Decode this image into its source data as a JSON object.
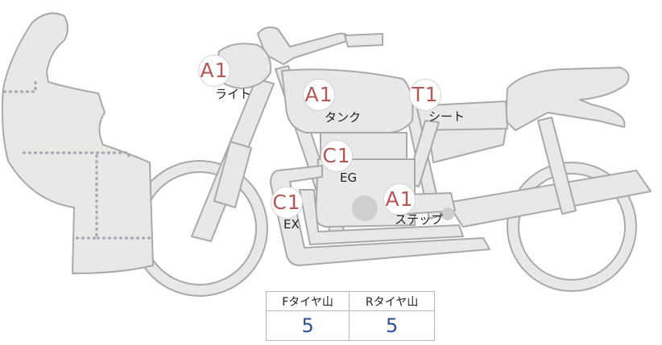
{
  "hotspots": [
    {
      "id": "light",
      "grade": "A1",
      "label": "ライト"
    },
    {
      "id": "tank",
      "grade": "A1",
      "label": "タンク"
    },
    {
      "id": "seat",
      "grade": "T1",
      "label": "シート"
    },
    {
      "id": "engine",
      "grade": "C1",
      "label": "EG"
    },
    {
      "id": "exhaust",
      "grade": "C1",
      "label": "EX"
    },
    {
      "id": "step",
      "grade": "A1",
      "label": "ステップ"
    }
  ],
  "tire_table": {
    "headers": [
      "Fタイヤ山",
      "Rタイヤ山"
    ],
    "values": [
      "5",
      "5"
    ]
  },
  "colors": {
    "grade_text": "#b35757",
    "tire_value": "#2f4f9a",
    "body_fill": "#e8e8e6",
    "outline": "#a9a9a9"
  }
}
